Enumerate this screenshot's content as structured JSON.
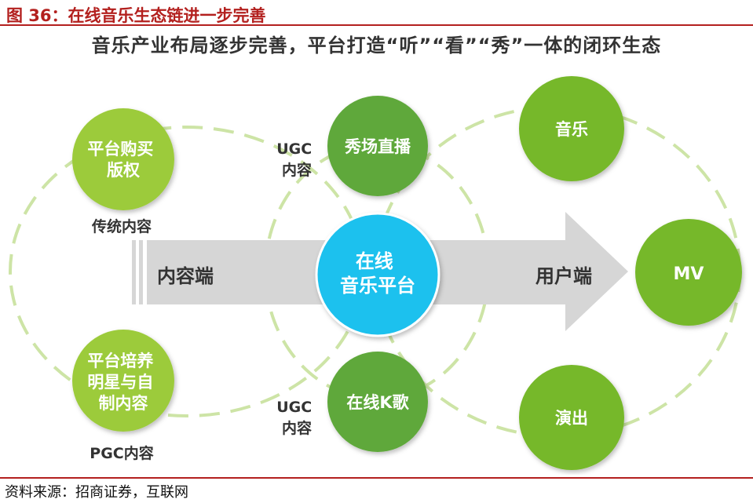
{
  "figure_title": "图 36：在线音乐生态链进一步完善",
  "subtitle": "音乐产业布局逐步完善，平台打造“听”“看”“秀”一体的闭环生态",
  "arrow": {
    "left_label": "内容端",
    "right_label": "用户端"
  },
  "center_node": {
    "lines": [
      "在线",
      "音乐平台"
    ]
  },
  "nodes": {
    "purchase": {
      "lines": [
        "平台购买",
        "版权"
      ],
      "caption": "传统内容"
    },
    "cultivate": {
      "lines": [
        "平台培养",
        "明星与自",
        "制内容"
      ],
      "caption": "PGC内容"
    },
    "live_show": {
      "lines": [
        "秀场直播"
      ],
      "side_label": [
        "UGC",
        "内容"
      ]
    },
    "karaoke": {
      "lines": [
        "在线K歌"
      ],
      "side_label": [
        "UGC",
        "内容"
      ]
    },
    "music": {
      "lines": [
        "音乐"
      ]
    },
    "mv": {
      "lines": [
        "MV"
      ]
    },
    "concert": {
      "lines": [
        "演出"
      ]
    }
  },
  "colors": {
    "title_red": "#b3201e",
    "light_green": "#9ccb3b",
    "dark_green": "#5ea83a",
    "mid_green": "#76b82a",
    "center_blue": "#1ec1ee",
    "dash_green": "#cde4a6",
    "arrow_gray": "#d6d6d6"
  },
  "source": "资料来源：招商证券，互联网"
}
